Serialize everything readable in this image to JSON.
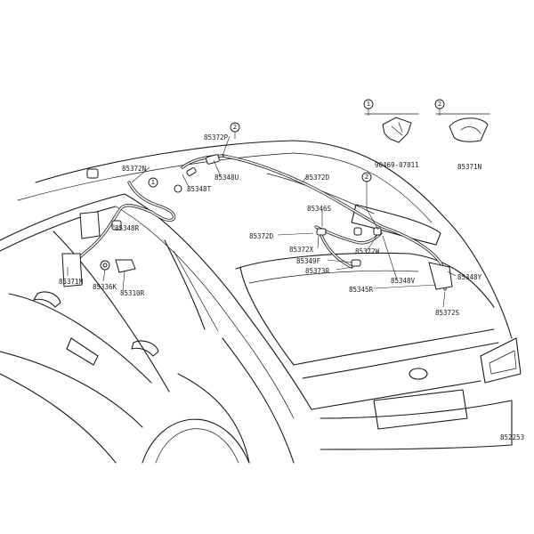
{
  "labels": {
    "l85372P": "85372P",
    "l85372N": "85372N",
    "l85348U": "85348U",
    "l85348T": "85348T",
    "l85348R": "85348R",
    "l85372D": "85372D",
    "l85346S": "85346S",
    "l85372D_b": "85372D",
    "l85372X": "85372X",
    "l85349F": "85349F",
    "l85373R": "85373R",
    "l85372W": "85372W",
    "l85345R": "85345R",
    "l85348V": "85348V",
    "l85348Y": "85348Y",
    "l85372S": "85372S",
    "l85371M": "85371M",
    "l85336K": "85336K",
    "l85310R": "85310R",
    "l90469": "90469-07011",
    "l85371N": "85371N",
    "drawing_id": "852253"
  },
  "callouts": {
    "c1": "1",
    "c2": "2"
  }
}
